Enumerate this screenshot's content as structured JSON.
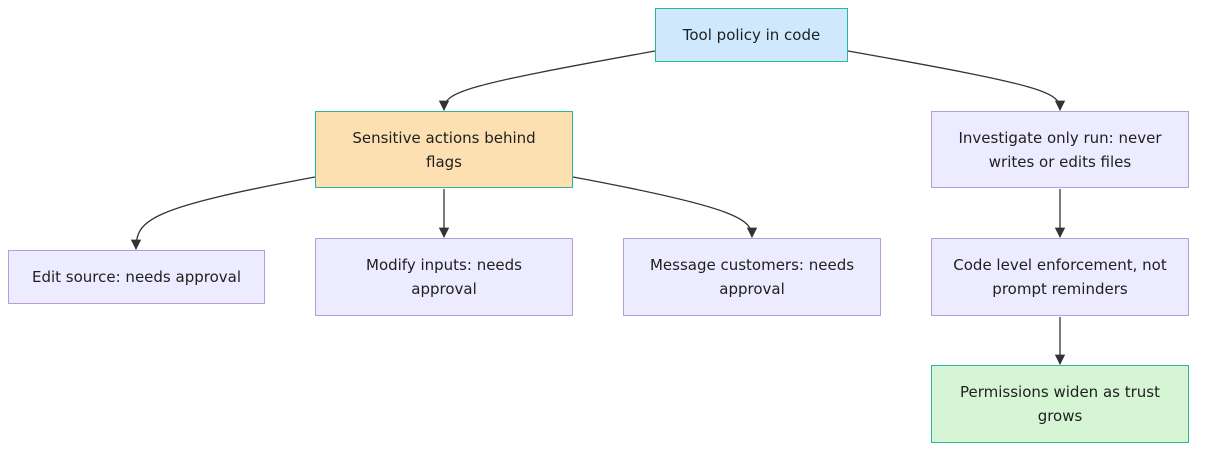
{
  "diagram": {
    "nodes": {
      "root": "Tool policy in code",
      "flags": "Sensitive actions behind flags",
      "investigate": "Investigate only run: never writes or edits files",
      "edit": "Edit source: needs approval",
      "modify": "Modify inputs: needs approval",
      "message": "Message customers: needs approval",
      "code": "Code level enforcement, not prompt reminders",
      "permissions": "Permissions widen as trust grows"
    },
    "edges": [
      {
        "from": "root",
        "to": "flags"
      },
      {
        "from": "root",
        "to": "investigate"
      },
      {
        "from": "flags",
        "to": "edit"
      },
      {
        "from": "flags",
        "to": "modify"
      },
      {
        "from": "flags",
        "to": "message"
      },
      {
        "from": "investigate",
        "to": "code"
      },
      {
        "from": "code",
        "to": "permissions"
      }
    ],
    "colors": {
      "root_fill": "#cfe8fc",
      "flags_fill": "#fde0b1",
      "default_fill": "#ecebff",
      "permissions_fill": "#d6f5d4",
      "edge": "#333333"
    }
  }
}
